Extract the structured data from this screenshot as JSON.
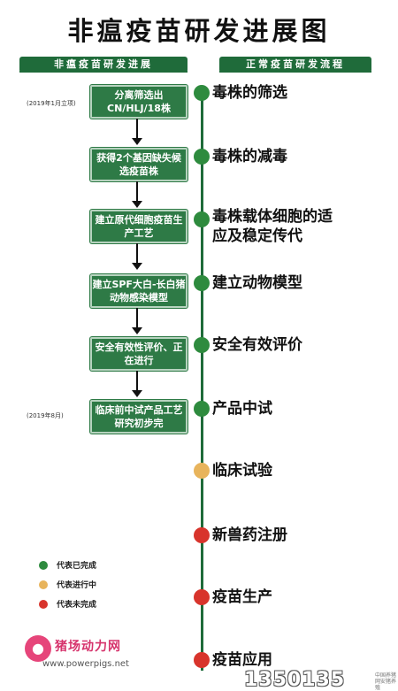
{
  "title": "非瘟疫苗研发进展图",
  "headers": {
    "left": "非瘟疫苗研发进展",
    "right": "正常疫苗研发流程"
  },
  "progress": [
    {
      "text": "分离筛选出CN/HLJ/18株",
      "date": "(2019年1月立项)"
    },
    {
      "text": "获得2个基因缺失候选疫苗株"
    },
    {
      "text": "建立原代细胞疫苗生产工艺"
    },
    {
      "text": "建立SPF大白-长白猪动物感染模型"
    },
    {
      "text": "安全有效性评价、正在进行"
    },
    {
      "text": "临床前中试产品工艺研究初步完",
      "date": "(2019年8月)"
    }
  ],
  "steps": [
    {
      "label": "毒株的筛选",
      "status": "completed",
      "color": "#2e8b3e"
    },
    {
      "label": "毒株的减毒",
      "status": "completed",
      "color": "#2e8b3e"
    },
    {
      "label": "毒株载体细胞的适应及稳定传代",
      "status": "completed",
      "color": "#2e8b3e"
    },
    {
      "label": "建立动物模型",
      "status": "completed",
      "color": "#2e8b3e"
    },
    {
      "label": "安全有效评价",
      "status": "completed",
      "color": "#2e8b3e"
    },
    {
      "label": "产品中试",
      "status": "completed",
      "color": "#2e8b3e"
    },
    {
      "label": "临床试验",
      "status": "in-progress",
      "color": "#e8b45c"
    },
    {
      "label": "新兽药注册",
      "status": "not-completed",
      "color": "#d8342c"
    },
    {
      "label": "疫苗生产",
      "status": "not-completed",
      "color": "#d8342c"
    },
    {
      "label": "疫苗应用",
      "status": "not-completed",
      "color": "#d8342c"
    }
  ],
  "legend": [
    {
      "label": "代表已完成",
      "color": "#2e8b3e"
    },
    {
      "label": "代表进行中",
      "color": "#e8b45c"
    },
    {
      "label": "代表未完成",
      "color": "#d8342c"
    }
  ],
  "branding": {
    "name": "猪场动力网",
    "url": "www.powerpigs.net",
    "watermark": "1350135",
    "watermark_sub": "中国养猪网安猪养殖"
  }
}
